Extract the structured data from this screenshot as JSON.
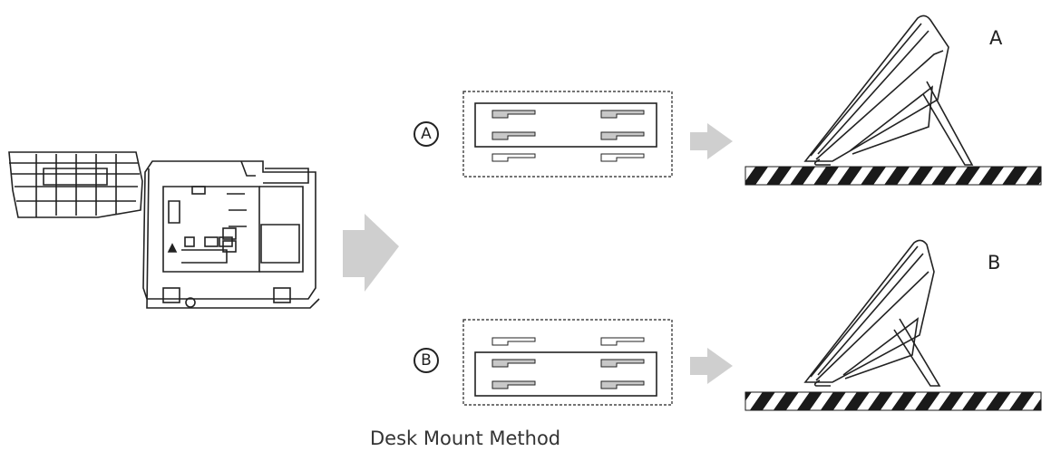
{
  "caption": "Desk Mount Method",
  "option_a": {
    "badge": "A",
    "result_label": "A"
  },
  "option_b": {
    "badge": "B",
    "result_label": "B"
  },
  "colors": {
    "line": "#222222",
    "arrow": "#cfcfcf",
    "slot_fill": "#c8c8c8",
    "stripe": "#1a1a1a"
  }
}
